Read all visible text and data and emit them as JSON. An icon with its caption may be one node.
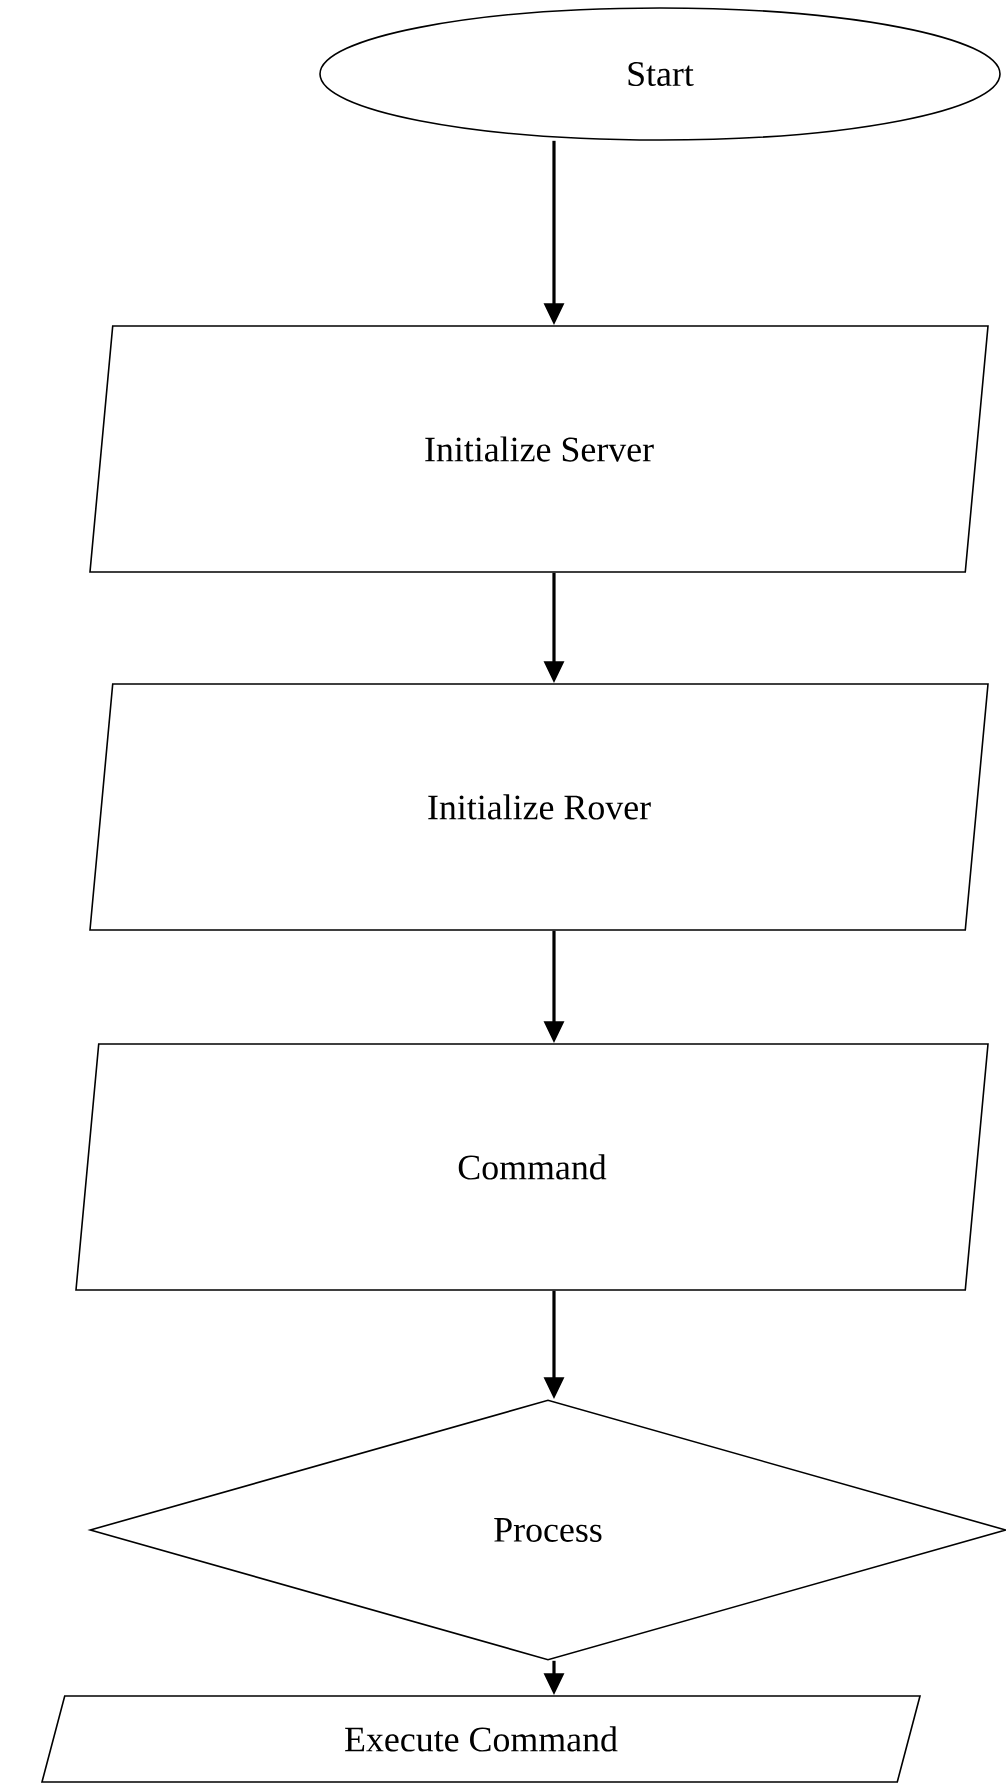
{
  "diagram": {
    "nodes": [
      {
        "text": [
          "Start"
        ]
      },
      {
        "text": [
          "Initialize Server"
        ]
      },
      {
        "text": [
          "Initialize Rover"
        ]
      },
      {
        "text": [
          "Command"
        ]
      },
      {
        "text": [
          "Process"
        ]
      },
      {
        "text": [
          "Execute Command"
        ]
      }
    ],
    "edges": [
      {
        "from": 0,
        "to": 1,
        "arrow": "to"
      },
      {
        "from": 1,
        "to": 2,
        "arrow": "to"
      },
      {
        "from": 2,
        "to": 3,
        "arrow": "to"
      },
      {
        "from": 3,
        "to": 4,
        "arrow": "to"
      },
      {
        "from": 4,
        "to": 5,
        "arrow": "to"
      }
    ]
  }
}
